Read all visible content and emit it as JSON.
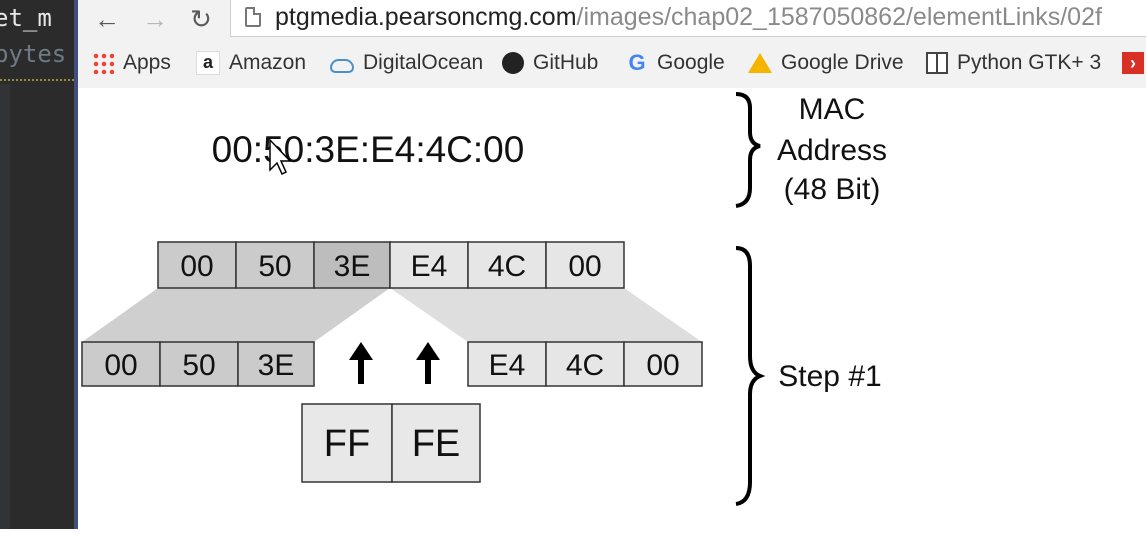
{
  "editor": {
    "line1": "et_m",
    "line2": "bytes"
  },
  "browser": {
    "url_host": "ptgmedia.pearsoncmg.com",
    "url_path": "/images/chap02_1587050862/elementLinks/02f",
    "bookmarks": [
      {
        "label": "Apps",
        "icon": "apps-grid-icon"
      },
      {
        "label": "Amazon",
        "icon": "amazon-icon"
      },
      {
        "label": "DigitalOcean",
        "icon": "digitalocean-icon"
      },
      {
        "label": "GitHub",
        "icon": "github-icon"
      },
      {
        "label": "Google",
        "icon": "google-icon"
      },
      {
        "label": "Google Drive",
        "icon": "google-drive-icon"
      },
      {
        "label": "Python GTK+ 3",
        "icon": "python-gtk-icon"
      }
    ]
  },
  "diagram": {
    "mac_text": "00:50:3E:E4:4C:00",
    "brace_label_top": [
      "MAC",
      "Address",
      "(48 Bit)"
    ],
    "brace_label_bottom": "Step #1",
    "top_row": [
      "00",
      "50",
      "3E",
      "E4",
      "4C",
      "00"
    ],
    "left_row": [
      "00",
      "50",
      "3E"
    ],
    "right_row": [
      "E4",
      "4C",
      "00"
    ],
    "insert_row": [
      "FF",
      "FE"
    ]
  }
}
